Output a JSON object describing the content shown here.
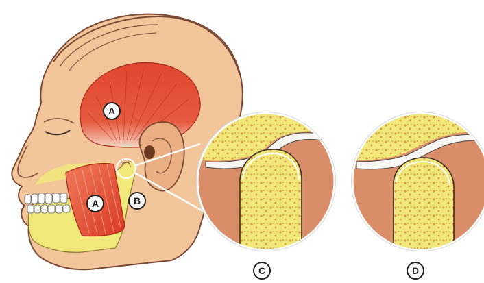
{
  "labels": {
    "temporalis": "A",
    "masseter": "A",
    "joint": "B",
    "inset_left": "C",
    "inset_right": "D"
  },
  "colors": {
    "skin": "#f2c59a",
    "skin_shadow": "#e9a978",
    "muscle": "#e0472f",
    "muscle_light": "#f07a5a",
    "bone": "#f1e87a",
    "bone_pore": "#d99a4a",
    "cartilage": "#f8f6f2",
    "outline": "#3a2a25",
    "label_stroke": "#222222"
  },
  "icons": {
    "label_marker": "circle-letter-badge"
  }
}
